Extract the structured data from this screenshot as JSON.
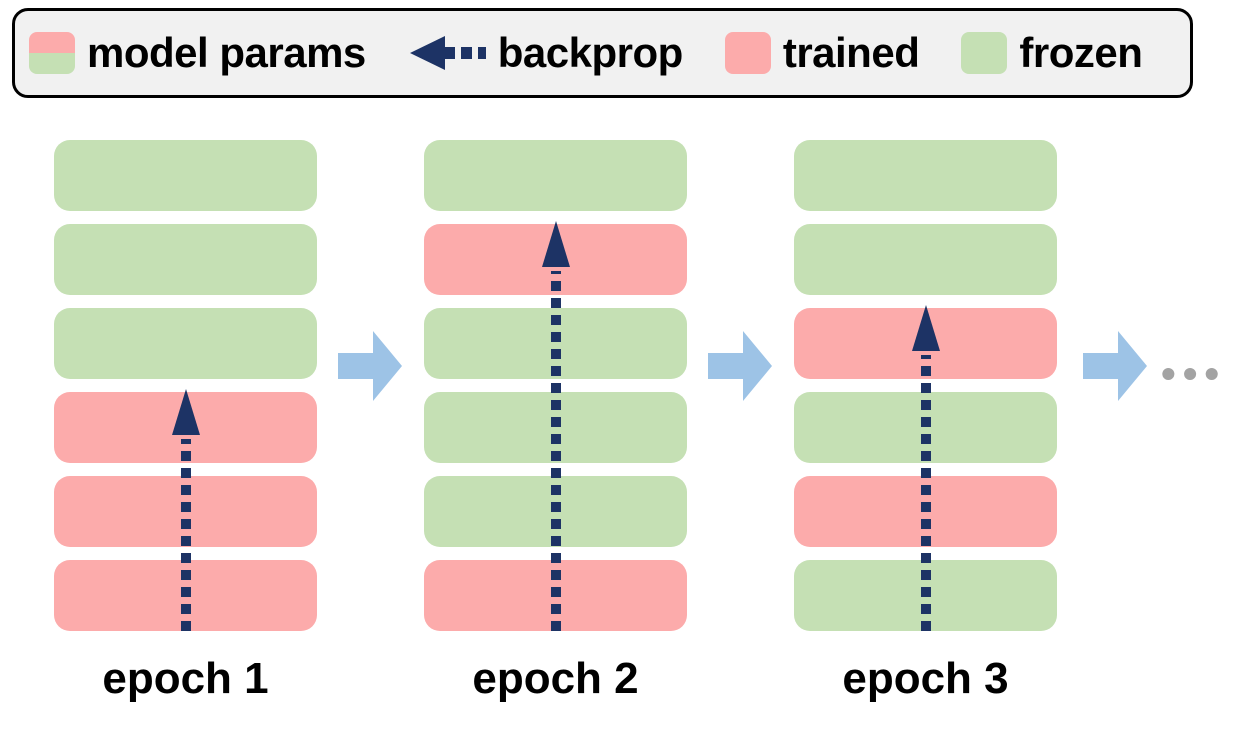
{
  "legend": {
    "model_params_label": "model params",
    "backprop_label": "backprop",
    "trained_label": "trained",
    "frozen_label": "frozen"
  },
  "colors": {
    "trained_block": "#fcabab",
    "frozen_block": "#c5e0b4",
    "backprop_arrow": "#1d3365",
    "flow_arrow": "#9dc3e6",
    "ellipsis_dots": "#a3a3a3",
    "legend_background": "#f1f1f1",
    "legend_border": "#000000"
  },
  "epochs": [
    {
      "label": "epoch 1",
      "blocks": [
        "frozen",
        "frozen",
        "frozen",
        "trained",
        "trained",
        "trained"
      ],
      "backprop_target_block_index": 3
    },
    {
      "label": "epoch 2",
      "blocks": [
        "frozen",
        "trained",
        "frozen",
        "frozen",
        "frozen",
        "trained"
      ],
      "backprop_target_block_index": 1
    },
    {
      "label": "epoch 3",
      "blocks": [
        "frozen",
        "frozen",
        "trained",
        "frozen",
        "trained",
        "frozen"
      ],
      "backprop_target_block_index": 2
    }
  ],
  "ellipsis": "•••"
}
